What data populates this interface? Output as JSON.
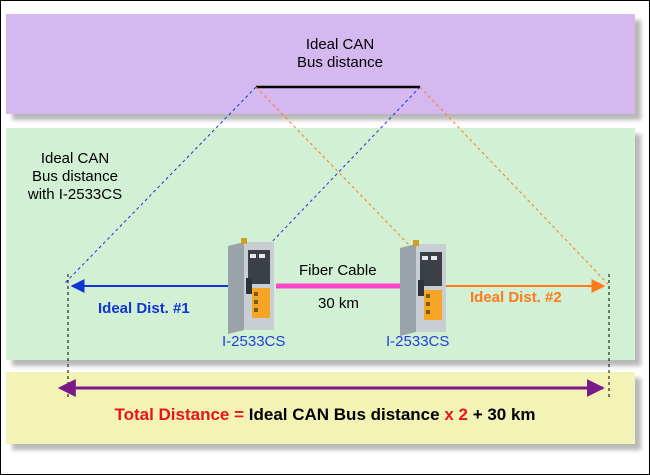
{
  "diagram": {
    "top_label_line1": "Ideal CAN",
    "top_label_line2": "Bus distance",
    "left_label_line1": "Ideal CAN",
    "left_label_line2": "Bus distance",
    "left_label_line3": "with I-2533CS",
    "fiber_label": "Fiber Cable",
    "fiber_length": "30 km",
    "device1_label": "I-2533CS",
    "device2_label": "I-2533CS",
    "dist1_label": "Ideal Dist. #1",
    "dist2_label": "Ideal Dist. #2",
    "total": {
      "part1": "Total Distance = ",
      "part2": "Ideal CAN Bus distance ",
      "part3": "x 2",
      "part4": " +  30 km"
    }
  },
  "colors": {
    "top_band": "#d5b8f0",
    "middle_band": "#d2f0d4",
    "bottom_band": "#f3f3b6",
    "dist1_line": "#1233d8",
    "dist2_line": "#ff7a1a",
    "fiber_cable": "#ff44cc",
    "total_arrow": "#7a1a8a",
    "total_highlight": "#e8141a"
  },
  "icons": [
    "device-icon-1",
    "device-icon-2"
  ]
}
